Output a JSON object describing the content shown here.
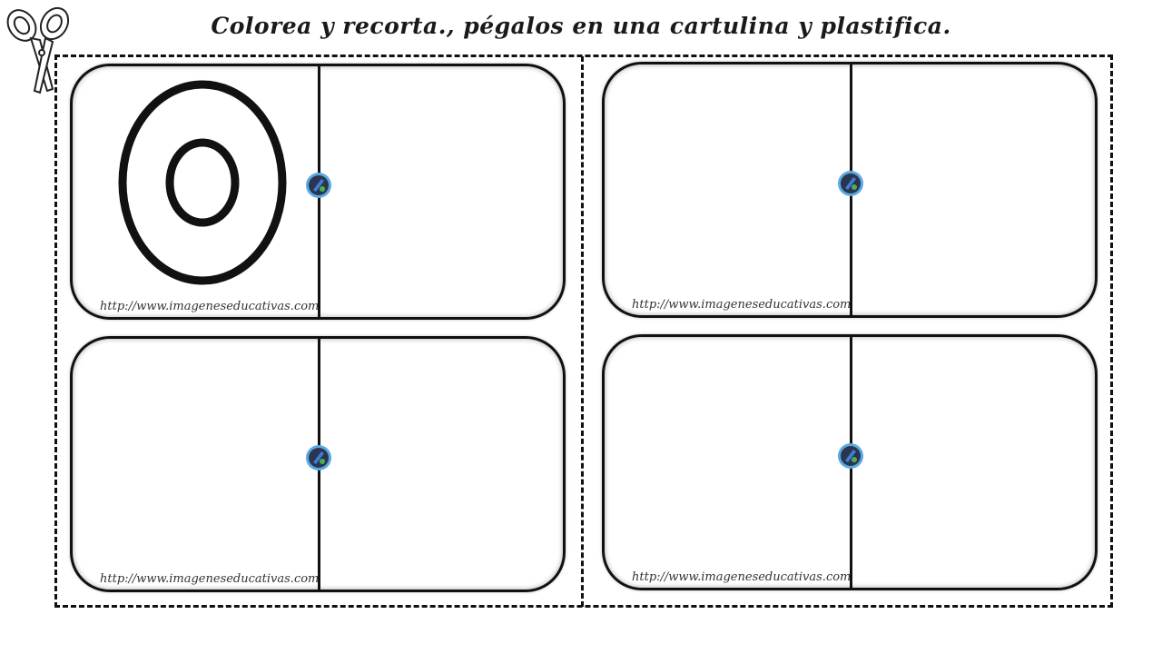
{
  "page": {
    "instruction": "Colorea y recorta., pégalos en una cartulina y plastifica."
  },
  "cards": [
    {
      "position": "top-left",
      "left_content": "O",
      "watermark": "http://www.imageneseducativas.com"
    },
    {
      "position": "top-right",
      "left_content": "",
      "watermark": "http://www.imageneseducativas.com"
    },
    {
      "position": "bottom-left",
      "left_content": "",
      "watermark": "http://www.imageneseducativas.com"
    },
    {
      "position": "bottom-right",
      "left_content": "",
      "watermark": "http://www.imageneseducativas.com"
    }
  ],
  "icons": {
    "cut_marker": "scissors-icon",
    "card_badge": "imageneseducativas-logo-badge"
  },
  "colors": {
    "ink": "#111111",
    "badge_ring": "#5aa9e0",
    "badge_center": "#2b3550"
  }
}
